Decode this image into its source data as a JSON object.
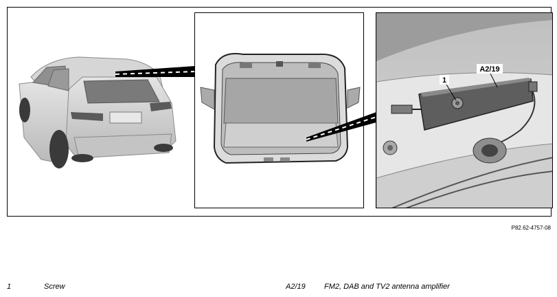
{
  "figure": {
    "reference_code": "P82.62-4757-08",
    "callouts": [
      {
        "id": "1"
      },
      {
        "id": "A2/19"
      }
    ]
  },
  "legend": [
    {
      "key": "1",
      "description": "Screw"
    },
    {
      "key": "A2/19",
      "description": "FM2, DAB and TV2 antenna amplifier"
    }
  ]
}
